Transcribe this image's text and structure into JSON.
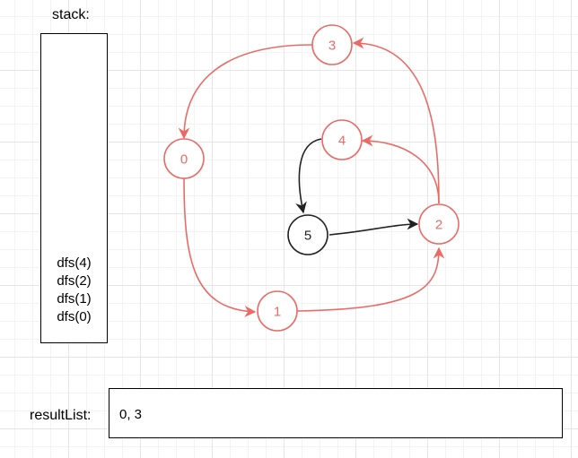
{
  "stack": {
    "label": "stack:",
    "items": [
      "dfs(4)",
      "dfs(2)",
      "dfs(1)",
      "dfs(0)"
    ]
  },
  "result": {
    "label": "resultList:",
    "value": "0, 3"
  },
  "graph": {
    "nodes": [
      {
        "id": "0",
        "label": "0",
        "state": "visited"
      },
      {
        "id": "1",
        "label": "1",
        "state": "visited"
      },
      {
        "id": "2",
        "label": "2",
        "state": "visited"
      },
      {
        "id": "3",
        "label": "3",
        "state": "visited"
      },
      {
        "id": "4",
        "label": "4",
        "state": "visited"
      },
      {
        "id": "5",
        "label": "5",
        "state": "unvisited"
      }
    ],
    "edges": [
      {
        "from": "0",
        "to": "1",
        "state": "visited"
      },
      {
        "from": "1",
        "to": "2",
        "state": "visited"
      },
      {
        "from": "2",
        "to": "3",
        "state": "visited"
      },
      {
        "from": "3",
        "to": "0",
        "state": "visited"
      },
      {
        "from": "2",
        "to": "4",
        "state": "visited"
      },
      {
        "from": "4",
        "to": "5",
        "state": "unvisited"
      },
      {
        "from": "5",
        "to": "2",
        "state": "unvisited"
      }
    ]
  },
  "colors": {
    "visited": "#ea6b66",
    "unvisited": "#222222"
  }
}
